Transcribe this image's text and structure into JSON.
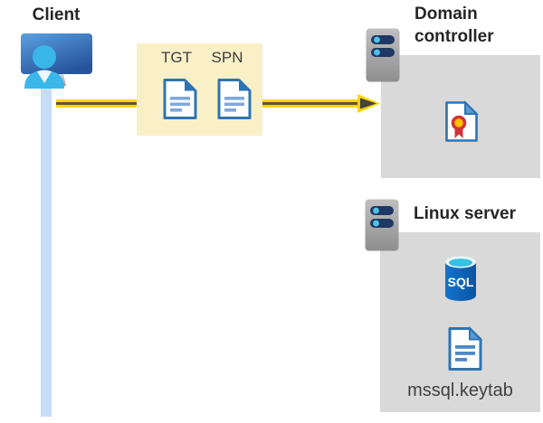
{
  "client": {
    "label": "Client"
  },
  "message_box": {
    "tgt_label": "TGT",
    "spn_label": "SPN"
  },
  "domain_controller": {
    "label": "Domain controller"
  },
  "linux_server": {
    "label": "Linux server",
    "sql_text": "SQL",
    "keytab_label": "mssql.keytab"
  },
  "icons": {
    "client_monitor": "monitor-icon",
    "client_user": "person-icon",
    "tgt_document": "document-icon",
    "spn_document": "document-icon",
    "domain_controller_server": "server-tower-icon",
    "certificate": "certificate-ribbon-icon",
    "linux_server_server": "server-tower-icon",
    "sql_database": "sql-cylinder-icon",
    "keytab_document": "document-icon",
    "auth_arrow": "right-arrow"
  },
  "colors": {
    "arrow_yellow": "#FFD402",
    "arrow_core": "#5F5436",
    "message_box_bg": "#FAF0C8",
    "panel_gray": "#D9D9D9",
    "lifeline_blue": "#C6DDF7",
    "document_blue": "#2E74B5",
    "document_line_light": "#7FA8DC",
    "user_cyan": "#39B7E9",
    "monitor_blue_top": "#5AA0DF",
    "monitor_blue_bottom": "#27549B",
    "server_bar_navy": "#1F3864",
    "server_dot_cyan": "#4EC3E8",
    "sql_blue": "#0D64C0",
    "sql_top_cyan": "#35C1E0",
    "cert_red": "#D13438",
    "cert_yellow": "#FFC000",
    "label_dark": "#262626"
  }
}
